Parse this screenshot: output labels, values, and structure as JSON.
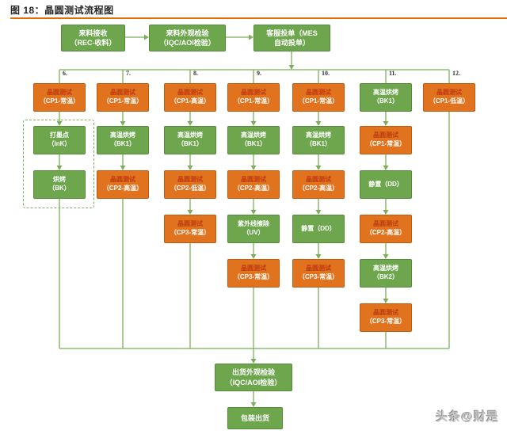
{
  "title": "图 18：晶圆测试流程图",
  "watermark": "头条@财是",
  "colors": {
    "accent_rule": "#E36C09",
    "green_box": "#6EA64E",
    "green_border": "#558A38",
    "orange_box": "#E2731E",
    "orange_border": "#BE5B10",
    "orange_box_title_text": "#BE3A12",
    "connector_line": "#7CAF5B"
  },
  "intake_flow": {
    "receive": {
      "line1": "来料接收",
      "line2": "（REC-收料）"
    },
    "inspection": {
      "line1": "来料外观检验",
      "line2": "（IQC/AOI检验）"
    },
    "order": {
      "line1": "客服投单（MES",
      "line2": "自动投单）"
    }
  },
  "columns": [
    {
      "number": "6.",
      "boxes": [
        {
          "line1": "晶圆测试",
          "line2": "（CP1-常温）"
        },
        {
          "line1": "打墨点",
          "line2": "（InK）"
        },
        {
          "line1": "烘烤",
          "line2": "（BK）"
        }
      ]
    },
    {
      "number": "7.",
      "boxes": [
        {
          "line1": "晶圆测试",
          "line2": "（CP1-常温）"
        },
        {
          "line1": "高温烘烤",
          "line2": "（BK1）"
        },
        {
          "line1": "晶圆测试",
          "line2": "（CP2-高温）"
        }
      ]
    },
    {
      "number": "8.",
      "boxes": [
        {
          "line1": "晶圆测试",
          "line2": "（CP1-高温）"
        },
        {
          "line1": "高温烘烤",
          "line2": "（BK1）"
        },
        {
          "line1": "晶圆测试",
          "line2": "（CP2-低温）"
        },
        {
          "line1": "晶圆测试",
          "line2": "（CP3-常温）"
        }
      ]
    },
    {
      "number": "9.",
      "boxes": [
        {
          "line1": "晶圆测试",
          "line2": "（CP1-常温）"
        },
        {
          "line1": "高温烘烤",
          "line2": "（BK1）"
        },
        {
          "line1": "晶圆测试",
          "line2": "（CP2-高温）"
        },
        {
          "line1": "紫外线擦除",
          "line2": "（UV）"
        },
        {
          "line1": "晶圆测试",
          "line2": "（CP3-常温）"
        }
      ]
    },
    {
      "number": "10.",
      "boxes": [
        {
          "line1": "晶圆测试",
          "line2": "（CP1-常温）"
        },
        {
          "line1": "高温烘烤",
          "line2": "（BK1）"
        },
        {
          "line1": "晶圆测试",
          "line2": "（CP2-高温）"
        },
        {
          "line1": "静置（DD）"
        },
        {
          "line1": "晶圆测试",
          "line2": "（CP3-常温）"
        }
      ]
    },
    {
      "number": "11.",
      "boxes": [
        {
          "line1": "高温烘烤",
          "line2": "（BK1）"
        },
        {
          "line1": "晶圆测试",
          "line2": "（CP1-常温）"
        },
        {
          "line1": "静置（DD）"
        },
        {
          "line1": "晶圆测试",
          "line2": "（CP2-高温）"
        },
        {
          "line1": "高温烘烤",
          "line2": "（BK2）"
        },
        {
          "line1": "晶圆测试",
          "line2": "（CP3-常温）"
        }
      ]
    },
    {
      "number": "12.",
      "boxes": [
        {
          "line1": "晶圆测试",
          "line2": "（CP1-低温）"
        }
      ]
    }
  ],
  "outbound_flow": {
    "inspection": {
      "line1": "出货外观检验",
      "line2": "（IQC/AOI检验）"
    },
    "packing": {
      "line1": "包装出货"
    }
  }
}
